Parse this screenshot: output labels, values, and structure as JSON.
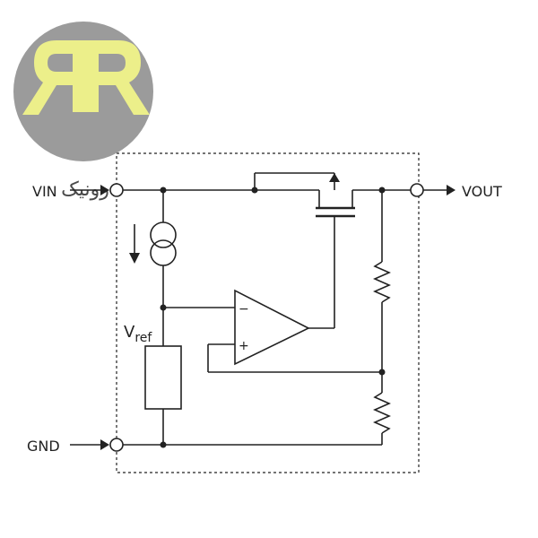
{
  "brand": {
    "logo_icon": "rr-logo-icon",
    "logo_text": "رونیک",
    "logo_bg_color": "#9b9b9b",
    "logo_letter_color": "#ecef8a"
  },
  "circuit": {
    "vin_label": "VIN",
    "vout_label": "VOUT",
    "gnd_label": "GND",
    "vref_label_main": "V",
    "vref_label_sub": "ref",
    "opamp_minus": "−",
    "opamp_plus": "+",
    "components": [
      "current-source-icon",
      "reference-block",
      "op-amp-icon",
      "pmos-transistor-icon",
      "resistor-top-icon",
      "resistor-bottom-icon"
    ],
    "line_color": "#222222"
  }
}
